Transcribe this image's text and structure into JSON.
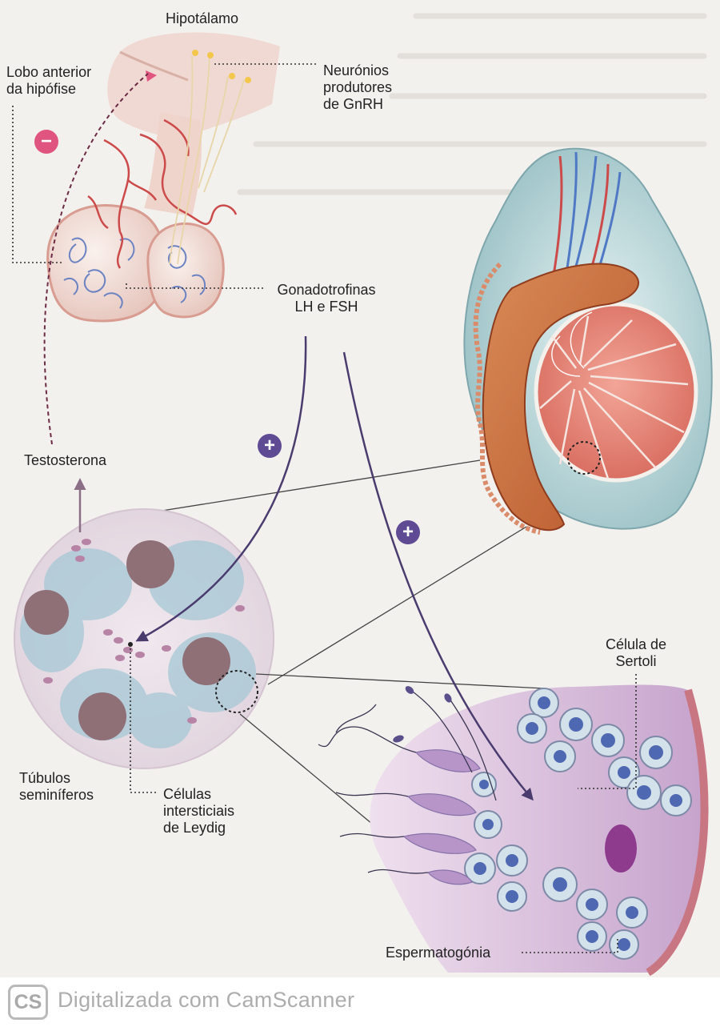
{
  "labels": {
    "hipotalamo": "Hipotálamo",
    "lobo_anterior_1": "Lobo anterior",
    "lobo_anterior_2": "da hipófise",
    "neuronios_1": "Neurónios",
    "neuronios_2": "produtores",
    "neuronios_3": "de GnRH",
    "gonadotrofinas_1": "Gonadotrofinas",
    "gonadotrofinas_2": "LH e FSH",
    "testosterona": "Testosterona",
    "tubulos_1": "Túbulos",
    "tubulos_2": "seminíferos",
    "leydig_1": "Células",
    "leydig_2": "intersticiais",
    "leydig_3": "de Leydig",
    "sertoli_1": "Célula de",
    "sertoli_2": "Sertoli",
    "espermatogonia": "Espermatogónia"
  },
  "signs": {
    "inhibit": "−",
    "stimulate_1": "+",
    "stimulate_2": "+"
  },
  "footer": {
    "logo": "CS",
    "text": "Digitalizada com CamScanner"
  },
  "colors": {
    "inhibit": "#e0557f",
    "stimulate": "#5e4b94",
    "tubule_lumen": "#8f7077",
    "cell_blue": "#8fb6c8",
    "testis_tissue": "#e68578",
    "epididymis": "#c86b3d"
  }
}
